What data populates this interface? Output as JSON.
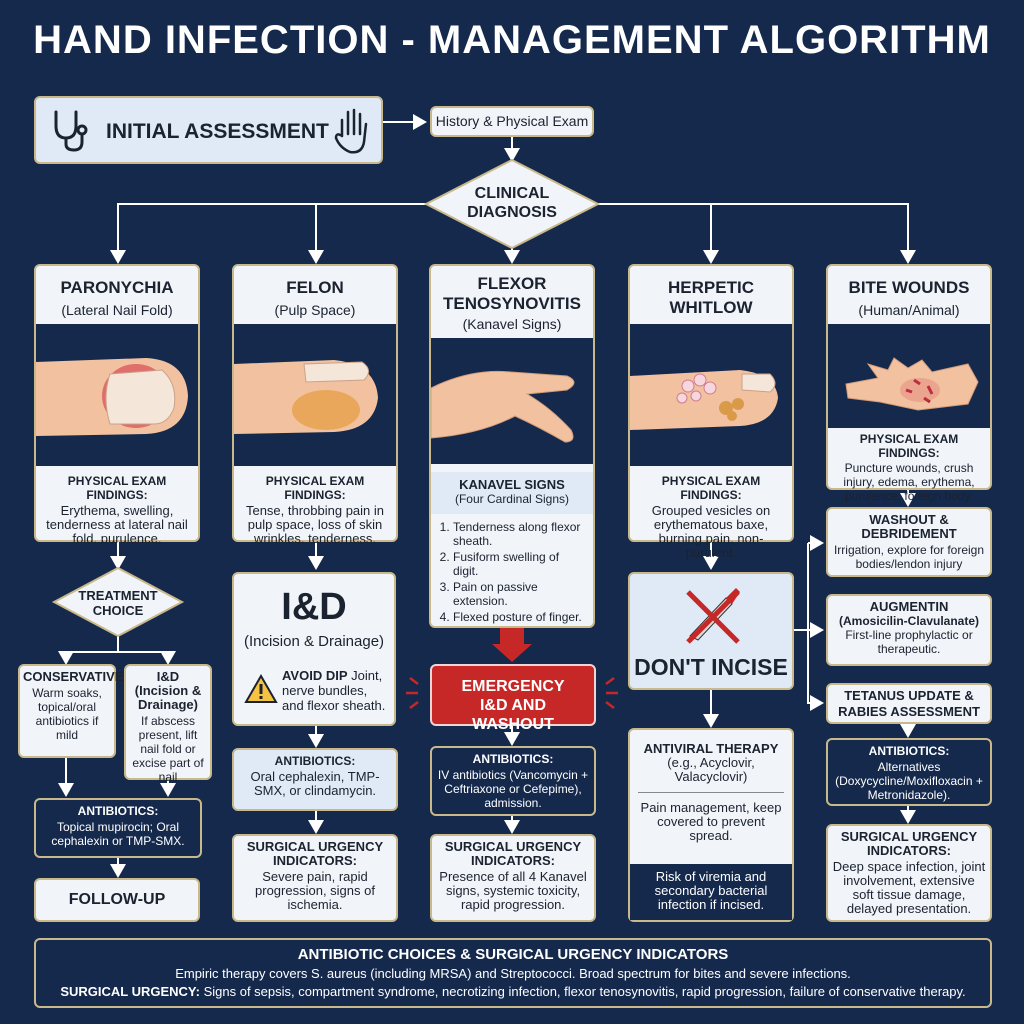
{
  "title": "HAND INFECTION - MANAGEMENT ALGORITHM",
  "initial": {
    "label": "INITIAL ASSESSMENT",
    "history": "History & Physical Exam"
  },
  "diagnosis": {
    "line1": "CLINICAL",
    "line2": "DIAGNOSIS"
  },
  "columns": {
    "paronychia": {
      "title": "PARONYCHIA",
      "subtitle": "(Lateral Nail Fold)",
      "exam_title": "PHYSICAL EXAM FINDINGS:",
      "exam_text": "Erythema, swelling, tenderness at lateral nail fold, purulence.",
      "choice_line1": "TREATMENT",
      "choice_line2": "CHOICE",
      "conservative_title": "CONSERVATIVE",
      "conservative_text": "Warm soaks, topical/oral antibiotics if mild",
      "id_title": "I&D (Incision & Drainage)",
      "id_text": "If abscess present, lift nail fold or excise part of nail",
      "abx_title": "ANTIBIOTICS:",
      "abx_text": "Topical mupirocin; Oral cephalexin or TMP-SMX.",
      "followup": "FOLLOW-UP"
    },
    "felon": {
      "title": "FELON",
      "subtitle": "(Pulp Space)",
      "exam_title": "PHYSICAL EXAM FINDINGS:",
      "exam_text": "Tense, throbbing pain in pulp space, loss of skin wrinkles, tenderness.",
      "id_big": "I&D",
      "id_sub": "(Incision & Drainage)",
      "avoid_bold": "AVOID DIP",
      "avoid_text": "Joint, nerve bundles, and flexor sheath.",
      "abx_title": "ANTIBIOTICS:",
      "abx_text": "Oral cephalexin, TMP-SMX, or clindamycin.",
      "urg_title": "SURGICAL URGENCY INDICATORS:",
      "urg_text": "Severe pain, rapid progression, signs of ischemia."
    },
    "flexor": {
      "title_line1": "FLEXOR",
      "title_line2": "TENOSYNOVITIS",
      "subtitle": "(Kanavel Signs)",
      "signs_title": "KANAVEL SIGNS",
      "signs_sub": "(Four Cardinal Signs)",
      "signs": [
        "Tenderness along flexor sheath.",
        "Fusiform swelling of digit.",
        "Pain on passive extension.",
        "Flexed posture of finger."
      ],
      "emergency": "EMERGENCY I&D AND WASHOUT",
      "abx_title": "ANTIBIOTICS:",
      "abx_text": "IV antibiotics (Vancomycin + Ceftriaxone or Cefepime), admission.",
      "urg_title": "SURGICAL URGENCY INDICATORS:",
      "urg_text": "Presence of all 4 Kanavel signs, systemic toxicity, rapid progression."
    },
    "herpetic": {
      "title_line1": "HERPETIC",
      "title_line2": "WHITLOW",
      "exam_title": "PHYSICAL EXAM FINDINGS:",
      "exam_text": "Grouped vesicles on erythematous baxe, burning pain, non-purulent.",
      "dont": "DON'T INCISE",
      "antiviral_title": "ANTIVIRAL THERAPY",
      "antiviral_sub": "(e.g., Acyclovir, Valacyclovir)",
      "pain_text": "Pain management, keep covered to prevent spread.",
      "risk_text": "Risk of viremia and secondary bacterial infection if incised."
    },
    "bite": {
      "title": "BITE WOUNDS",
      "subtitle": "(Human/Animal)",
      "exam_title": "PHYSICAL EXAM FINDINGS:",
      "exam_text": "Puncture wounds, crush injury, edema, erythema, purulence, foreign body.",
      "washout_title": "WASHOUT & DEBRIDEMENT",
      "washout_text": "Irrigation, explore for foreign bodies/lendon injury",
      "aug_title": "AUGMENTIN",
      "aug_sub": "(Amosicilin-Clavulanate)",
      "aug_text": "First-line prophylactic or therapeutic.",
      "tetanus": "TETANUS UPDATE & RABIES ASSESSMENT",
      "abx_title": "ANTIBIOTICS:",
      "abx_text": "Alternatives (Doxycycline/Moxifloxacin + Metronidazole).",
      "urg_title": "SURGICAL URGENCY INDICATORS:",
      "urg_text": "Deep space infection, joint involvement, extensive soft tissue damage, delayed presentation."
    }
  },
  "footer": {
    "title": "ANTIBIOTIC CHOICES & SURGICAL URGENCY INDICATORS",
    "line1": "Empiric therapy covers S. aureus (including MRSA) and Streptococci. Broad spectrum for bites and severe infections.",
    "urg_label": "SURGICAL URGENCY:",
    "urg_text": "Signs of sepsis, compartment syndrome, necrotizing infection, flexor tenosynovitis, rapid progression, failure of conservative therapy."
  },
  "colors": {
    "navy": "#15294d",
    "panel": "#f1f5f9",
    "light_blue": "#dfeaf6",
    "gold": "#c9b98a",
    "red": "#c62828",
    "skin": "#f2c2a0"
  }
}
